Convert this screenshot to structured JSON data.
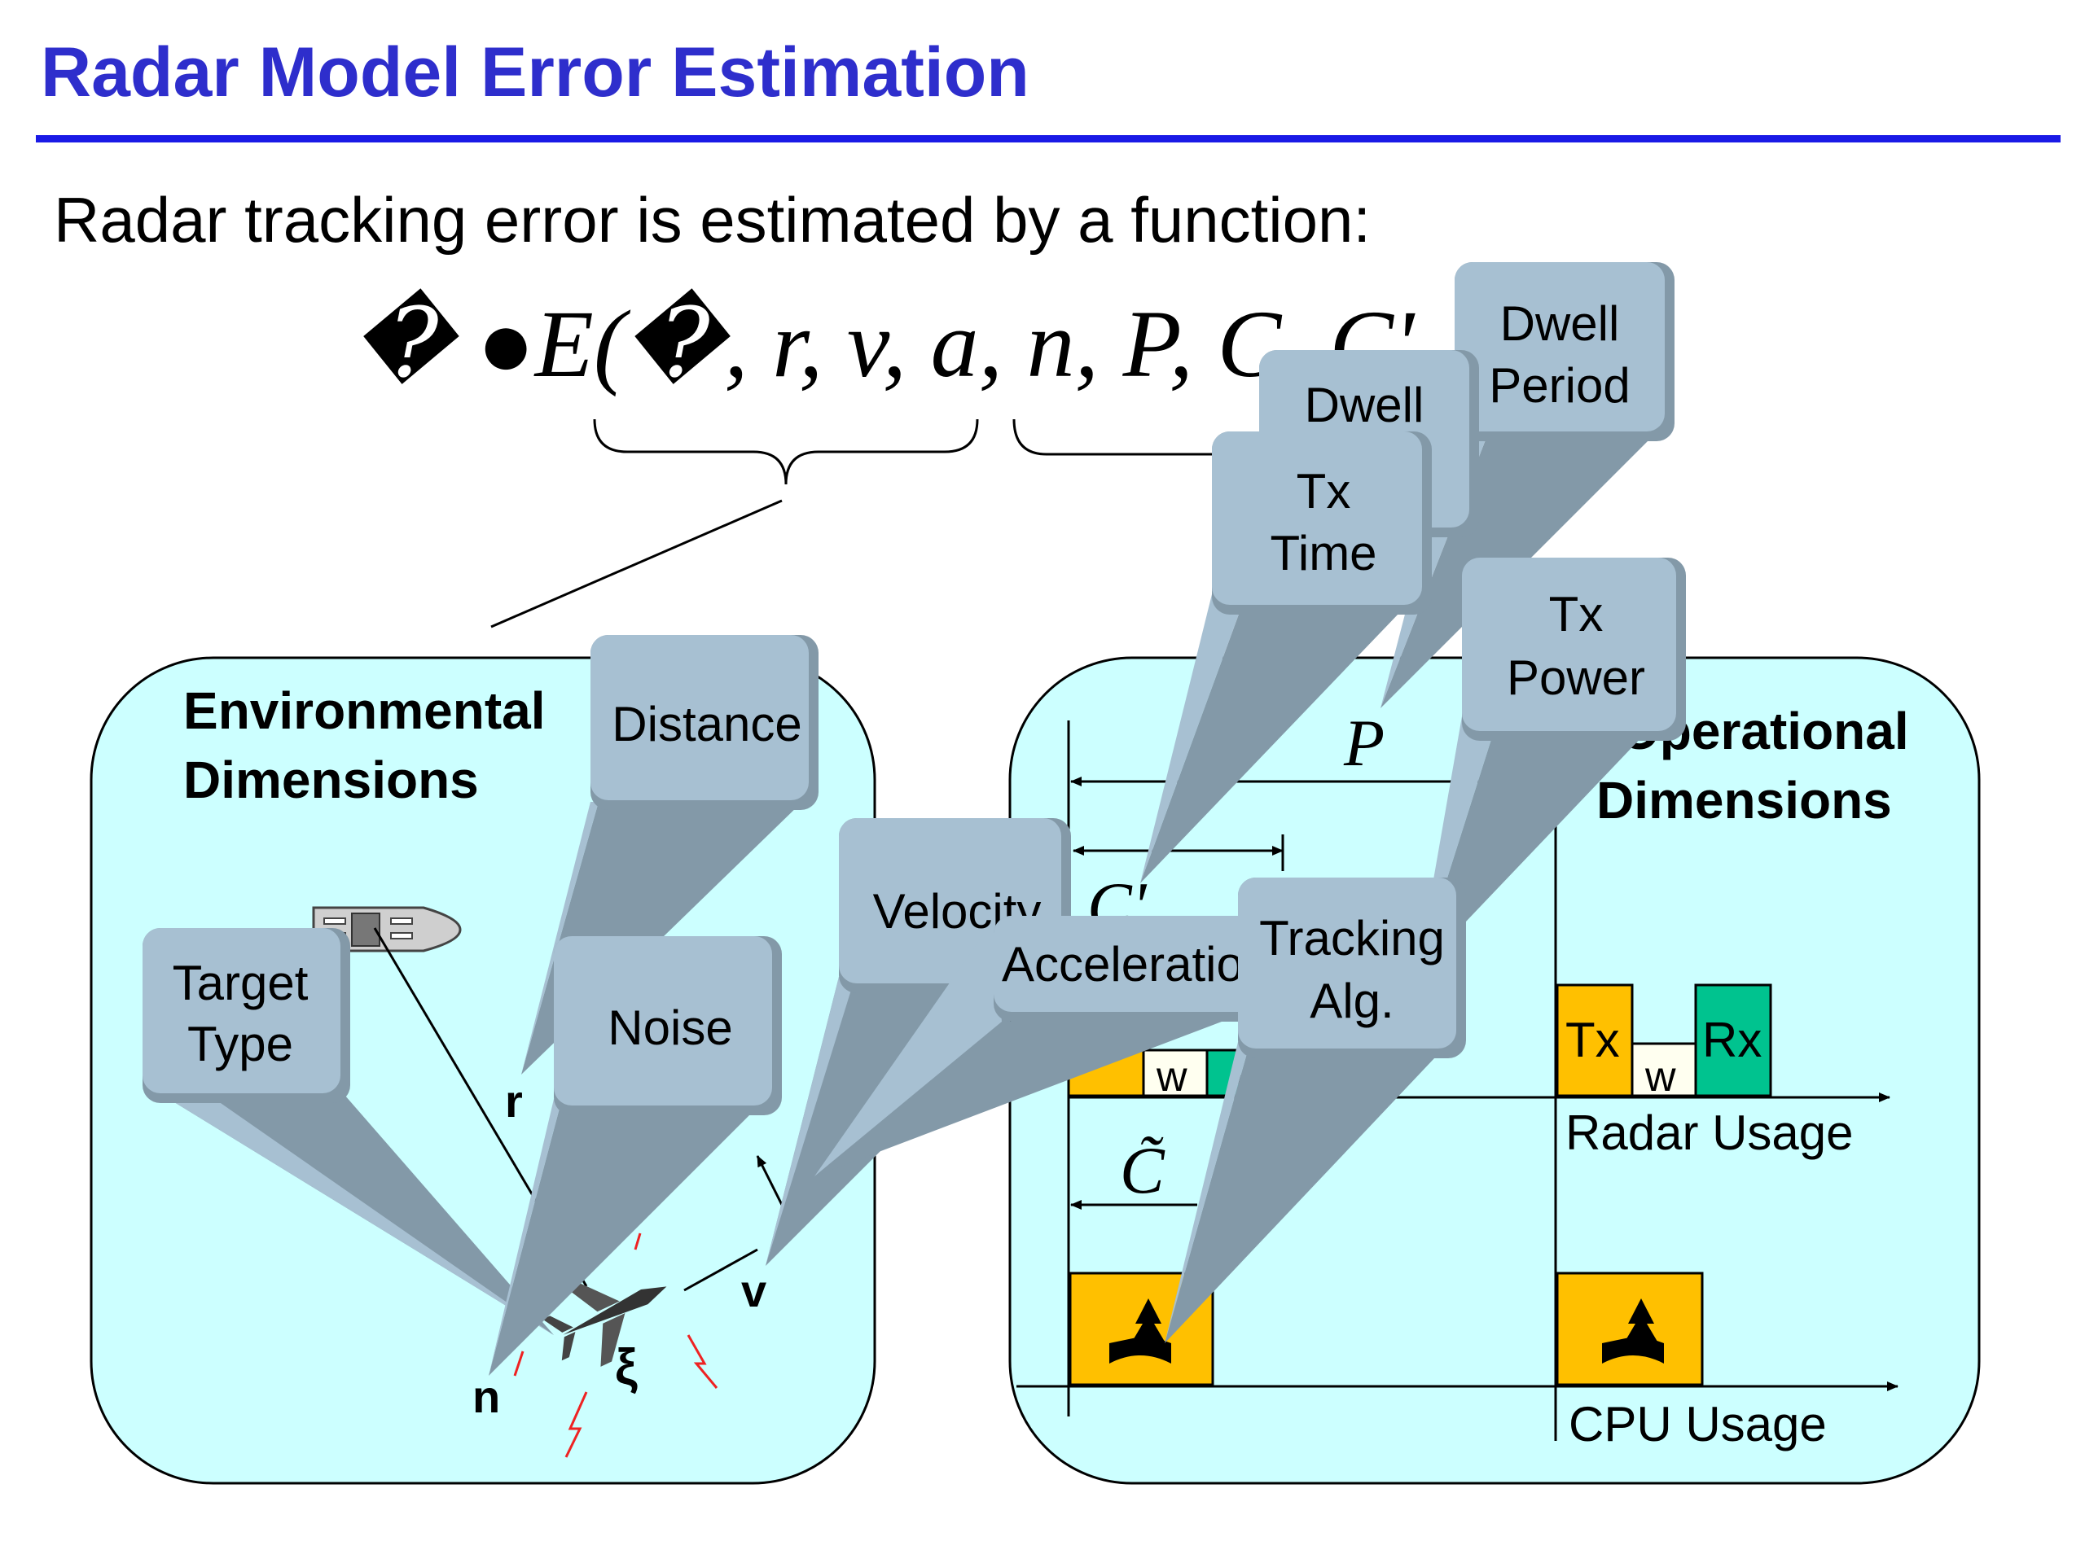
{
  "title": "Radar Model Error Estimation",
  "intro": "Radar tracking error is estimated by a function:",
  "formula": "� ●E(�, r, v, a, n, P, C, C', A,",
  "colors": {
    "title": "#2e2ecc",
    "rule": "#1a1ae6",
    "panel_fill": "#ccffff",
    "callout_front": "#a7c0d2",
    "callout_side": "#8399a8",
    "tx_fill": "#ffc000",
    "rx_fill": "#00c38f",
    "wait_fill": "#fffff0",
    "noise_bolt": "#ee2222"
  },
  "env_panel": {
    "title_line1": "Environmental",
    "title_line2": "Dimensions",
    "label_r": "r",
    "label_v": "v",
    "label_n": "n",
    "label_xi": "ξ",
    "ship_icon": "ship-icon",
    "jet_icon": "fighter-jet-icon"
  },
  "op_panel": {
    "title_line1": "Operational",
    "title_line2": "Dimensions",
    "label_P": "P",
    "label_C_prime": "C'",
    "label_C_tilde": "C̃",
    "tx_label": "Tx",
    "rx_label": "Rx",
    "wait_label": "w",
    "radar_usage": "Radar Usage",
    "cpu_usage": "CPU Usage",
    "cpu_task_icon": "tree-road-icon"
  },
  "callouts": {
    "target_type": [
      "Target",
      "Type"
    ],
    "distance": [
      "Distance"
    ],
    "noise": [
      "Noise"
    ],
    "velocity": [
      "Velocity"
    ],
    "acceleration": [
      "Acceleration"
    ],
    "tracking_alg": [
      "Tracking",
      "Alg."
    ],
    "tx_time": [
      "Tx",
      "Time"
    ],
    "dwell": [
      "Dwell"
    ],
    "dwell_period": [
      "Dwell",
      "Period"
    ],
    "tx_power": [
      "Tx",
      "Power"
    ]
  }
}
